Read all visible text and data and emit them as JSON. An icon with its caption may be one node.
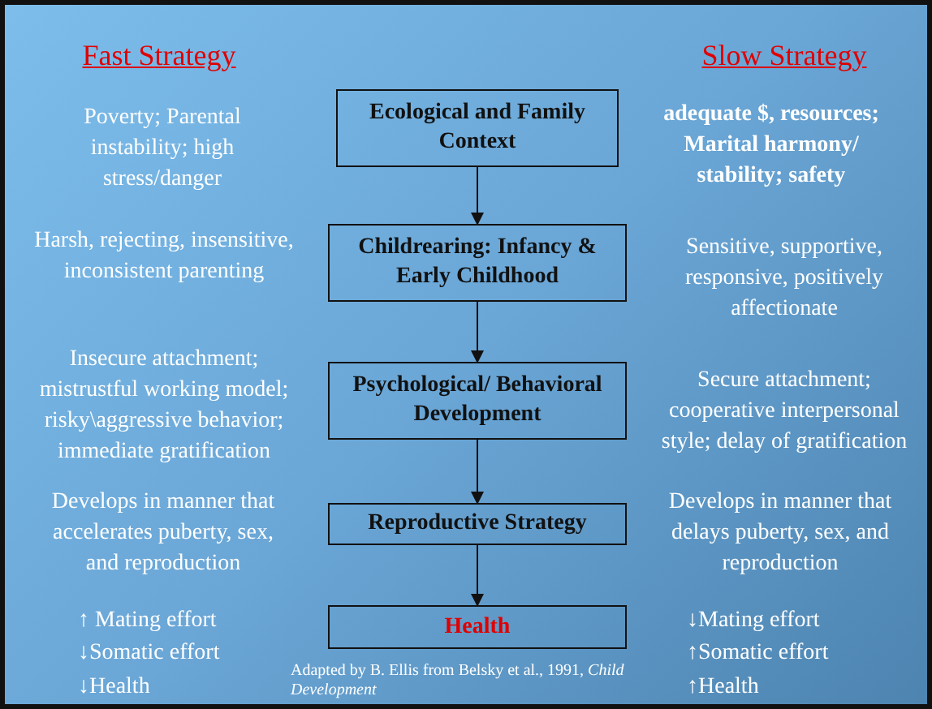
{
  "diagram": {
    "nodes": [
      {
        "text": [
          "Ecological and Family Context"
        ]
      },
      {
        "text": [
          "Childrearing: Infancy & Early Childhood"
        ]
      },
      {
        "text": [
          "Psychological/ Behavioral Development"
        ]
      },
      {
        "text": [
          "Reproductive Strategy"
        ]
      },
      {
        "text": [
          "Health"
        ]
      }
    ],
    "edges": [
      {
        "from": 0,
        "to": 1,
        "arrow": "to"
      },
      {
        "from": 1,
        "to": 2,
        "arrow": "to"
      },
      {
        "from": 2,
        "to": 3,
        "arrow": "to"
      },
      {
        "from": 3,
        "to": 4,
        "arrow": "to"
      }
    ],
    "labels": [
      "Fast Strategy",
      "Slow Strategy",
      "Poverty; Parental instability; high stress/danger",
      "adequate $, resources; Marital harmony/ stability; safety",
      "Harsh, rejecting, insensitive, inconsistent parenting",
      "Sensitive, supportive, responsive, positively affectionate",
      "Insecure attachment; mistrustful working model; risky\\aggressive behavior; immediate gratification",
      "Secure attachment; cooperative interpersonal style; delay of gratification",
      "Develops in manner that accelerates puberty, sex, and reproduction",
      "Develops in manner that delays puberty, sex, and reproduction",
      "↑ Mating effort",
      "↓Mating effort",
      "↓Somatic effort",
      "↑Somatic effort",
      "Adapted by B. Ellis from Belsky et al., 1991, *Child Development*",
      "↓Health",
      "↑Health"
    ]
  }
}
